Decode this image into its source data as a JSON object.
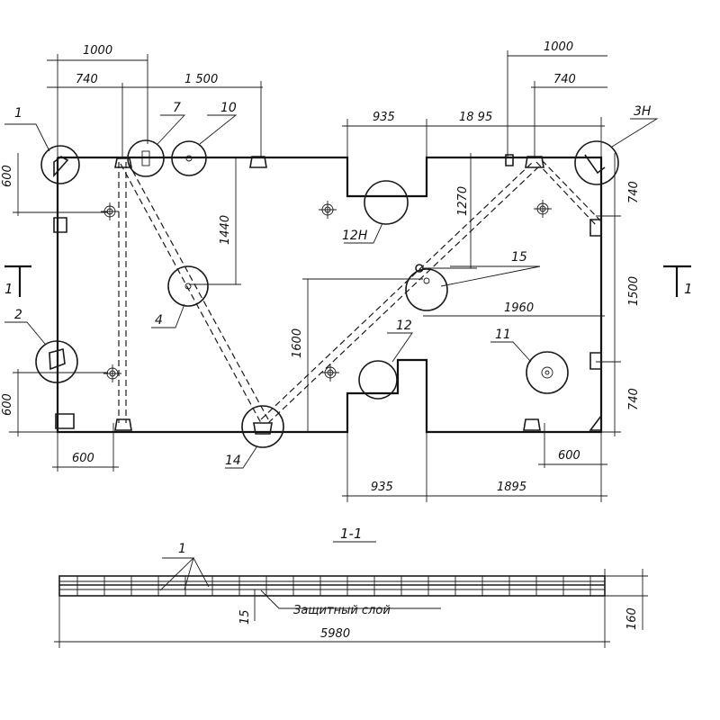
{
  "dims": {
    "top_1000_left": "1000",
    "top_740_left": "740",
    "top_1500": "1 500",
    "top_935": "935",
    "top_1895": "18 95",
    "top_1000_right": "1000",
    "top_740_right": "740",
    "left_600_top": "600",
    "left_600_bottom": "600",
    "d_1440": "1440",
    "d_1270": "1270",
    "d_1600": "1600",
    "d_1960": "1960",
    "right_740_top": "740",
    "right_1500": "1500",
    "right_740_bottom": "740",
    "bottom_600_left": "600",
    "bottom_600_right": "600",
    "bottom_935": "935",
    "bottom_1895": "1895",
    "section_15": "15",
    "section_160": "160",
    "section_5980": "5980"
  },
  "callouts": {
    "c1": "1",
    "c7": "7",
    "c10": "10",
    "c3n": "3Н",
    "c2": "2",
    "c4": "4",
    "c12n": "12Н",
    "c15": "15",
    "c12": "12",
    "c11": "11",
    "c14": "14",
    "sec_1": "1"
  },
  "section_marks": {
    "left": "1",
    "right": "1",
    "title": "1-1"
  },
  "notes": {
    "protective_layer": "Защитный слой"
  }
}
